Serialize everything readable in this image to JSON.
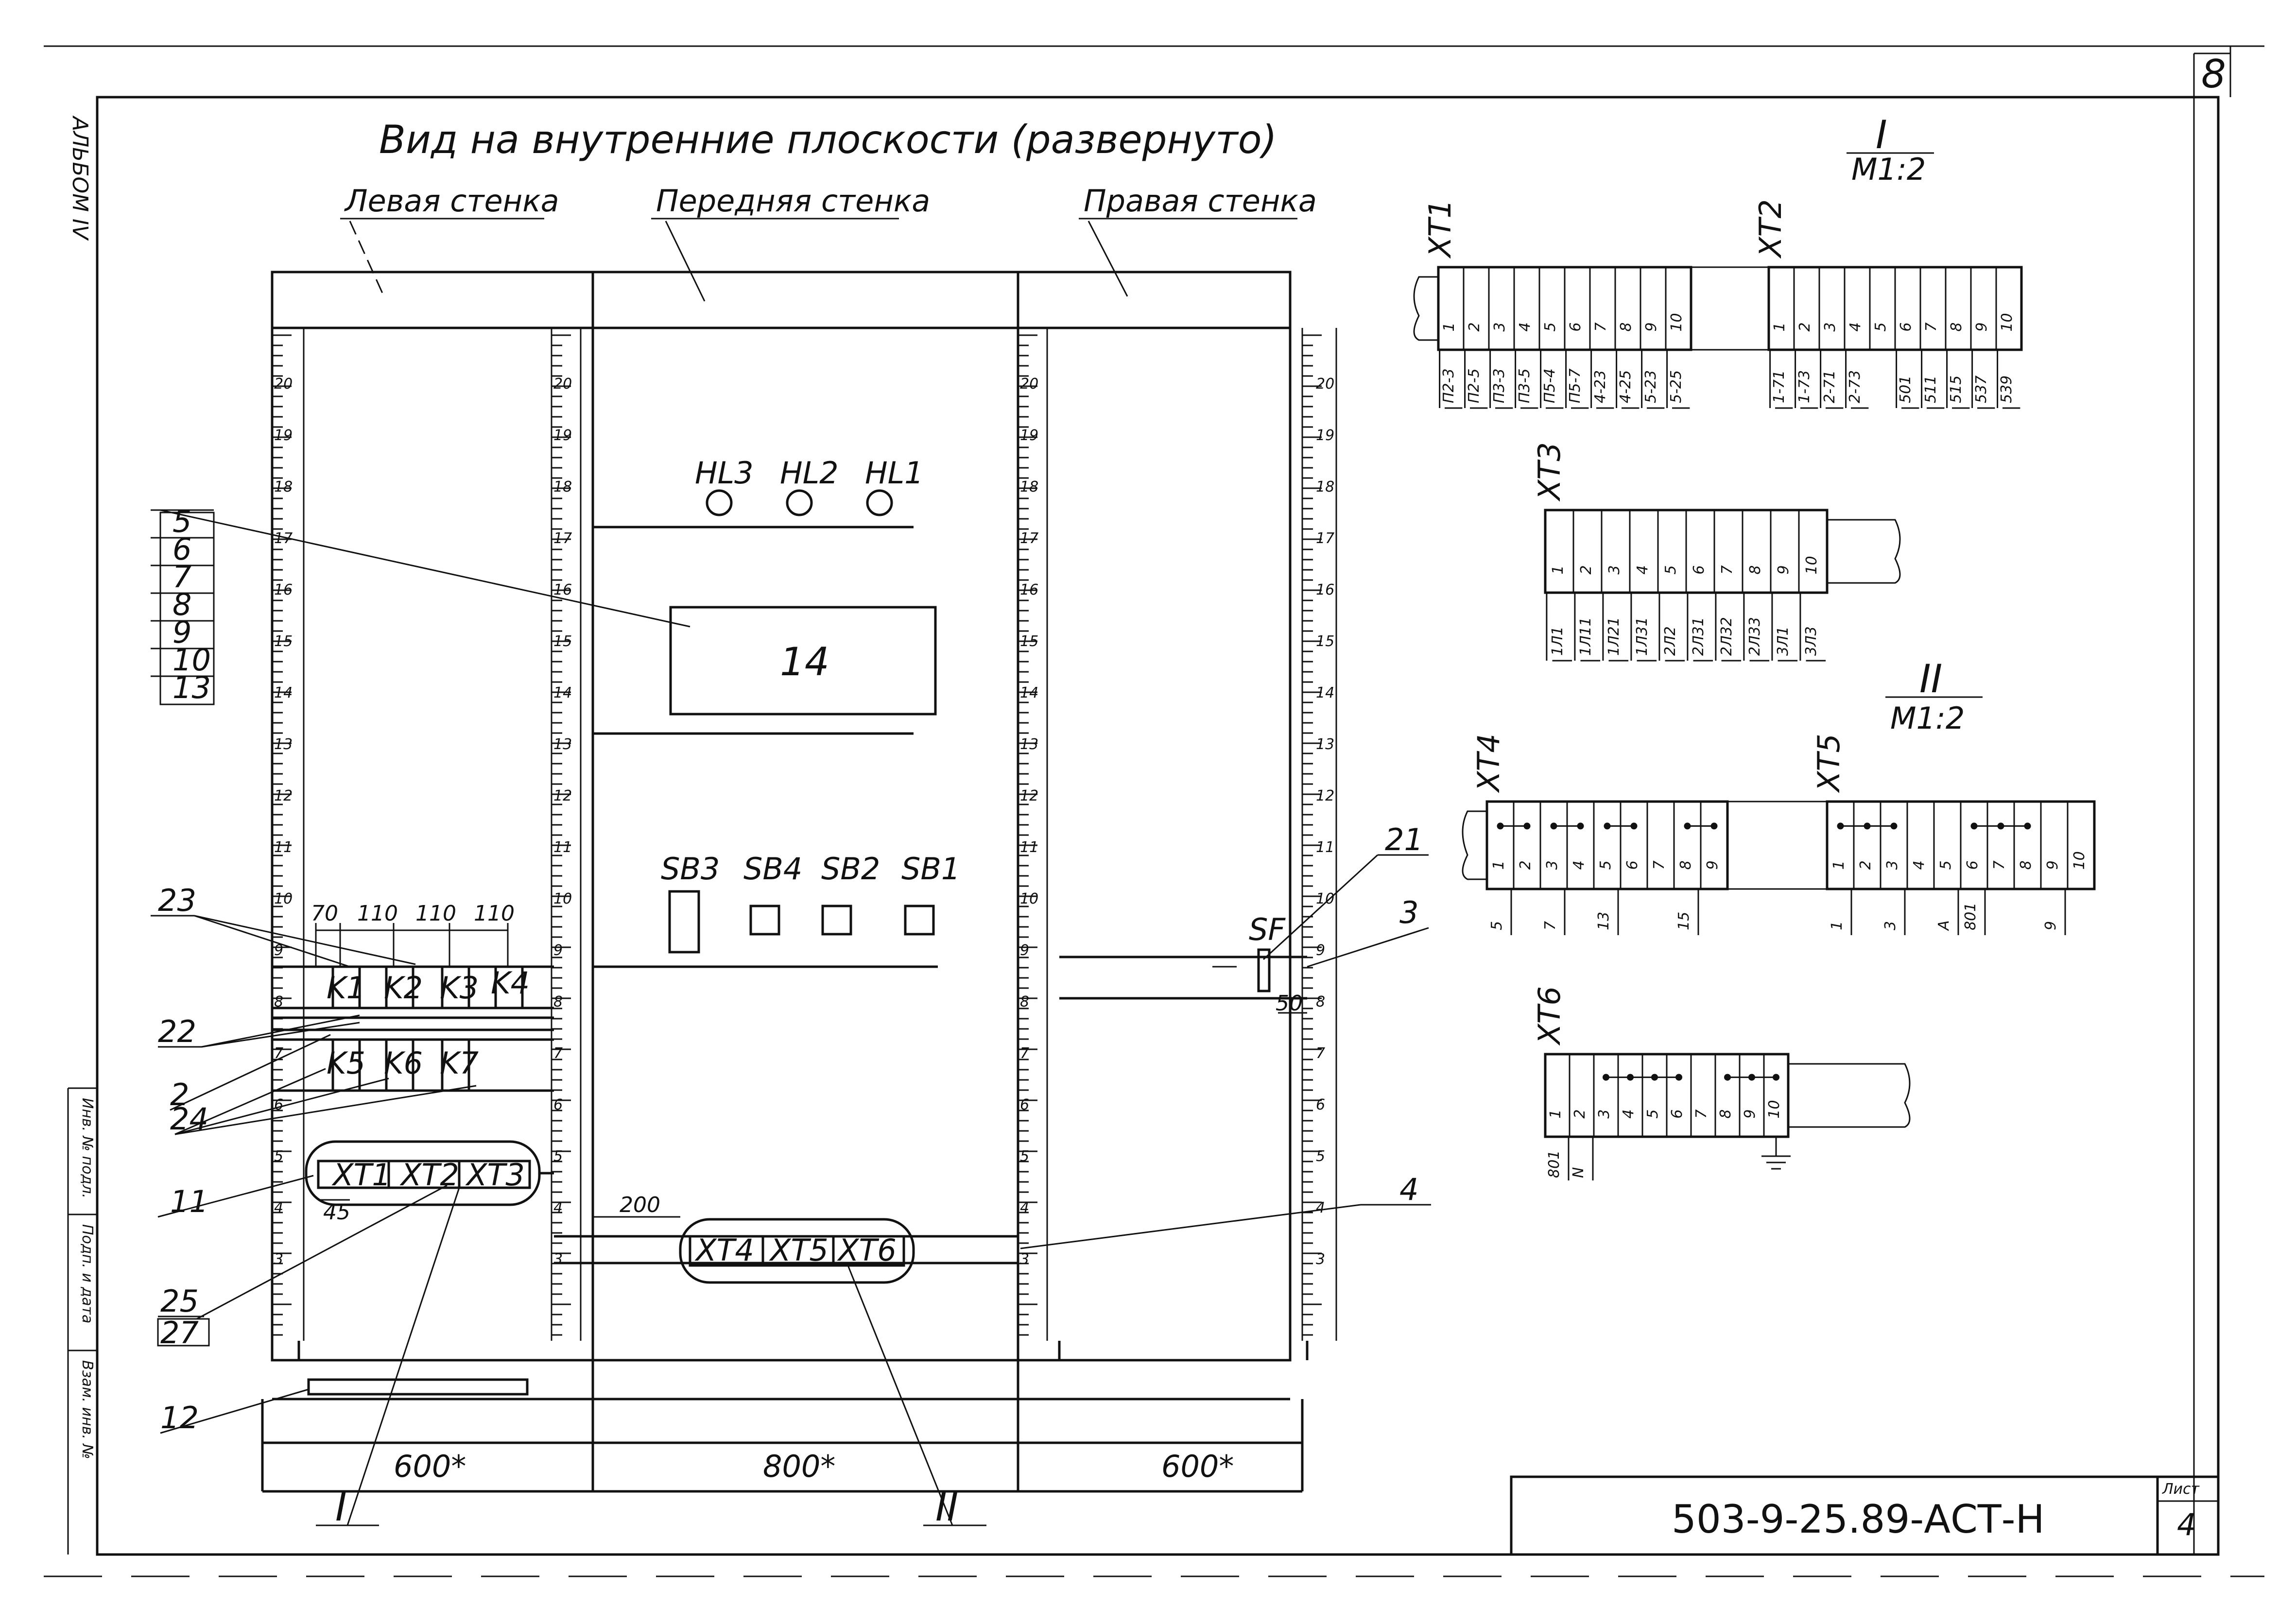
{
  "sheet_number_top": "8",
  "side_stamp": "АЛЬБОМ IV",
  "side_strip_text": [
    "Инв. № подл.",
    "Подп. и дата",
    "Взам. инв. №"
  ],
  "title": "Вид на внутренние плоскости (развернуто)",
  "walls": {
    "left": "Левая стенка",
    "front": "Передняя стенка",
    "right": "Правая стенка"
  },
  "scale_ticks": [
    "20",
    "19",
    "18",
    "17",
    "16",
    "15",
    "14",
    "13",
    "12",
    "11",
    "10",
    "9",
    "8",
    "7",
    "6",
    "5",
    "4",
    "3"
  ],
  "lamps": [
    "HL3",
    "HL2",
    "HL1"
  ],
  "buttons": [
    "SB3",
    "SB4",
    "SB2",
    "SB1"
  ],
  "display_label": "14",
  "relays_top": [
    "K1",
    "K2",
    "K3",
    "K4"
  ],
  "relays_bottom": [
    "K5",
    "K6",
    "K7"
  ],
  "relay_dims": [
    "70",
    "110",
    "110",
    "110"
  ],
  "tb_left": [
    "XT1",
    "XT2",
    "XT3"
  ],
  "tb_center": [
    "XT4",
    "XT5",
    "XT6"
  ],
  "dim_45": "45",
  "dim_200": "200",
  "dim_50": "50",
  "breaker": "SF",
  "bottom_dims": [
    "600*",
    "800*",
    "600*"
  ],
  "callouts": {
    "stack": [
      "5",
      "6",
      "7",
      "8",
      "9",
      "10",
      "13"
    ],
    "c23": "23",
    "c22": "22",
    "c2": "2",
    "c24": "24",
    "c11": "11",
    "c25": "25",
    "c27": "27",
    "c12": "12",
    "c21": "21",
    "c3": "3",
    "c4": "4",
    "roman1": "I",
    "roman2": "II"
  },
  "detail1": {
    "roman": "I",
    "scale": "М1:2"
  },
  "detail2": {
    "roman": "II",
    "scale": "М1:2"
  },
  "xt1": {
    "name": "XT1",
    "cells": [
      "1",
      "2",
      "3",
      "4",
      "5",
      "6",
      "7",
      "8",
      "9",
      "10"
    ],
    "wires": [
      "П2-3",
      "П2-5",
      "П3-3",
      "П3-5",
      "П5-4",
      "П5-7",
      "4-23",
      "4-25",
      "5-23",
      "5-25"
    ]
  },
  "xt2": {
    "name": "XT2",
    "cells": [
      "1",
      "2",
      "3",
      "4",
      "5",
      "6",
      "7",
      "8",
      "9",
      "10"
    ],
    "wires": [
      "1-71",
      "1-73",
      "2-71",
      "2-73",
      "",
      "501",
      "511",
      "515",
      "537",
      "539"
    ]
  },
  "xt3": {
    "name": "XT3",
    "cells": [
      "1",
      "2",
      "3",
      "4",
      "5",
      "6",
      "7",
      "8",
      "9",
      "10"
    ],
    "wires": [
      "1Л1",
      "1Л11",
      "1Л21",
      "1Л31",
      "2Л2",
      "2Л31",
      "2Л32",
      "2Л33",
      "3Л1",
      "3Л3"
    ]
  },
  "xt4": {
    "name": "XT4",
    "cells": [
      "1",
      "2",
      "3",
      "4",
      "5",
      "6",
      "7",
      "8",
      "9"
    ],
    "wires": [
      "5",
      "7",
      "13",
      "15"
    ]
  },
  "xt5": {
    "name": "XT5",
    "cells": [
      "1",
      "2",
      "3",
      "4",
      "5",
      "6",
      "7",
      "8",
      "9",
      "10"
    ],
    "wires": [
      "1",
      "3",
      "A",
      "801",
      "9"
    ]
  },
  "xt6": {
    "name": "XT6",
    "cells": [
      "1",
      "2",
      "3",
      "4",
      "5",
      "6",
      "7",
      "8",
      "9",
      "10"
    ],
    "wires": [
      "801",
      "N"
    ]
  },
  "doc_code": "503-9-25.89-АСТ-Н",
  "sheet_label": "Лист",
  "sheet_value": "4"
}
